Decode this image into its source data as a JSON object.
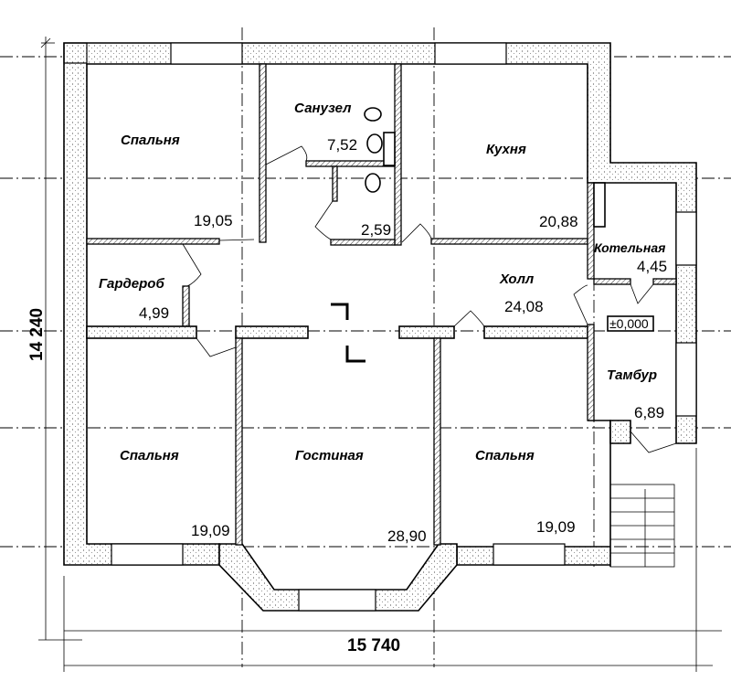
{
  "rooms": [
    {
      "name": "Спальня",
      "area": "19,05"
    },
    {
      "name": "Санузел",
      "area": "7,52"
    },
    {
      "name": "",
      "area": "2,59"
    },
    {
      "name": "Кухня",
      "area": "20,88"
    },
    {
      "name": "Котельная",
      "area": "4,45"
    },
    {
      "name": "Гардероб",
      "area": "4,99"
    },
    {
      "name": "Холл",
      "area": "24,08"
    },
    {
      "name": "Тамбур",
      "area": "6,89"
    },
    {
      "name": "Спальня",
      "area": "19,09"
    },
    {
      "name": "Гостиная",
      "area": "28,90"
    },
    {
      "name": "Спальня",
      "area": "19,09"
    }
  ],
  "level_mark": "±0,000",
  "dimensions": {
    "width": "15 740",
    "height": "14 240"
  }
}
